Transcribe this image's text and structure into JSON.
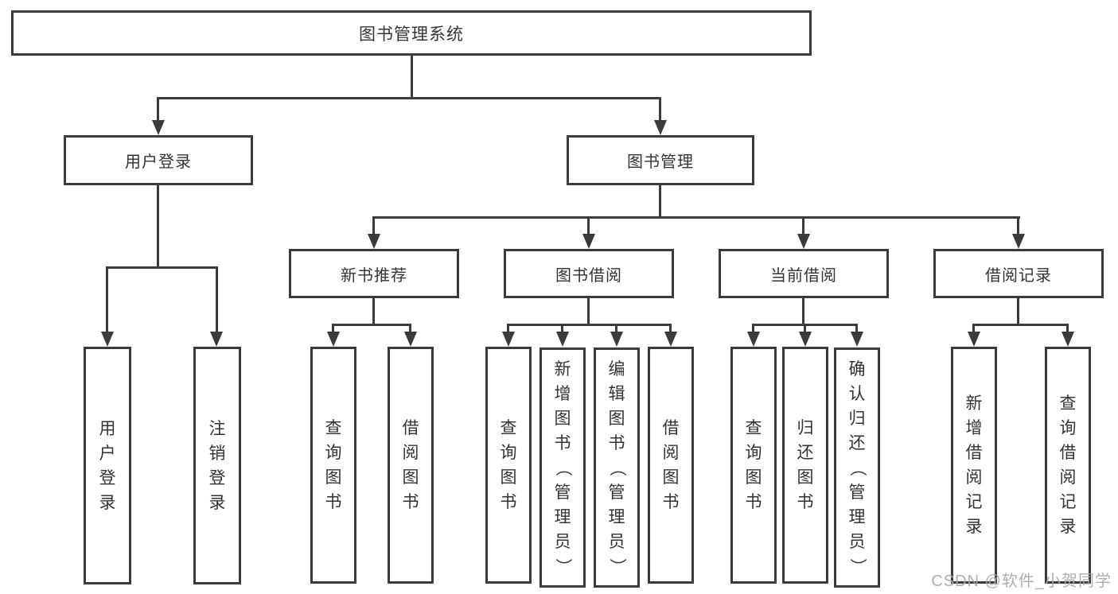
{
  "diagram": {
    "title_node": {
      "label": "图书管理系统"
    },
    "level1": [
      {
        "label": "用户登录"
      },
      {
        "label": "图书管理"
      }
    ],
    "level2": [
      {
        "label": "新书推荐"
      },
      {
        "label": "图书借阅"
      },
      {
        "label": "当前借阅"
      },
      {
        "label": "借阅记录"
      }
    ],
    "leaves": {
      "login": [
        {
          "label": "用户登录"
        },
        {
          "label": "注销登录"
        }
      ],
      "recommend": [
        {
          "label": "查询图书"
        },
        {
          "label": "借阅图书"
        }
      ],
      "borrow": [
        {
          "label": "查询图书"
        },
        {
          "label": "新增图书（管理员）"
        },
        {
          "label": "编辑图书（管理员）"
        },
        {
          "label": "借阅图书"
        }
      ],
      "current": [
        {
          "label": "查询图书"
        },
        {
          "label": "归还图书"
        },
        {
          "label": "确认归还（管理员）"
        }
      ],
      "records": [
        {
          "label": "新增借阅记录"
        },
        {
          "label": "查询借阅记录"
        }
      ]
    },
    "watermark": "CSDN @软件_小贺同学",
    "colors": {
      "line": "#3b3b3b",
      "text": "#333333",
      "watermark": "#a8a8a8",
      "background": "#ffffff"
    }
  }
}
